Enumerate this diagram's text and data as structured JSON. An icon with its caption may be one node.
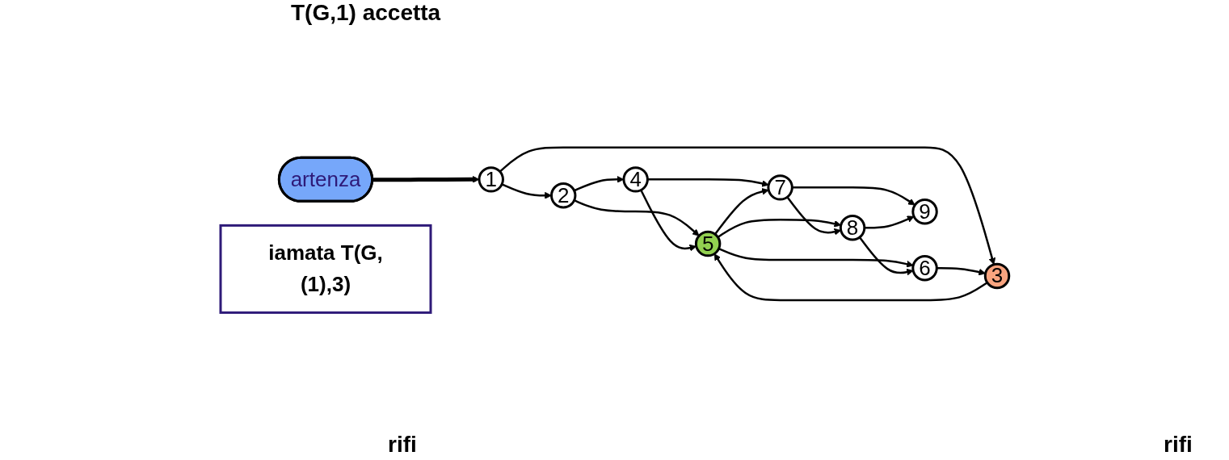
{
  "diagram": {
    "nodes": [
      {
        "text": [
          "artenza"
        ]
      },
      {
        "text": [
          "1"
        ]
      },
      {
        "text": [
          "2"
        ]
      },
      {
        "text": [
          "3"
        ]
      },
      {
        "text": [
          "4"
        ]
      },
      {
        "text": [
          "5"
        ]
      },
      {
        "text": [
          "6"
        ]
      },
      {
        "text": [
          "7"
        ]
      },
      {
        "text": [
          "8"
        ]
      },
      {
        "text": [
          "9"
        ]
      },
      {
        "text": [
          "iamata T(G,(1),3)"
        ]
      }
    ],
    "edges": [
      {
        "from": 0,
        "to": 1,
        "arrow": "to",
        "style": "thick"
      },
      {
        "from": 1,
        "to": 2,
        "arrow": "to"
      },
      {
        "from": 1,
        "to": 3,
        "arrow": "to"
      },
      {
        "from": 2,
        "to": 4,
        "arrow": "to"
      },
      {
        "from": 2,
        "to": 5,
        "arrow": "to"
      },
      {
        "from": 3,
        "to": 5,
        "arrow": "to"
      },
      {
        "from": 4,
        "to": 5,
        "arrow": "to"
      },
      {
        "from": 4,
        "to": 7,
        "arrow": "to"
      },
      {
        "from": 5,
        "to": 7,
        "arrow": "to"
      },
      {
        "from": 5,
        "to": 6,
        "arrow": "to"
      },
      {
        "from": 5,
        "to": 8,
        "arrow": "to"
      },
      {
        "from": 6,
        "to": 3,
        "arrow": "to"
      },
      {
        "from": 8,
        "to": 6,
        "arrow": "to"
      },
      {
        "from": 7,
        "to": 8,
        "arrow": "to"
      },
      {
        "from": 7,
        "to": 9,
        "arrow": "to"
      },
      {
        "from": 8,
        "to": 9,
        "arrow": "to"
      }
    ],
    "labels": [
      "T(G,1) accetta",
      "rifi",
      "rifi"
    ]
  }
}
